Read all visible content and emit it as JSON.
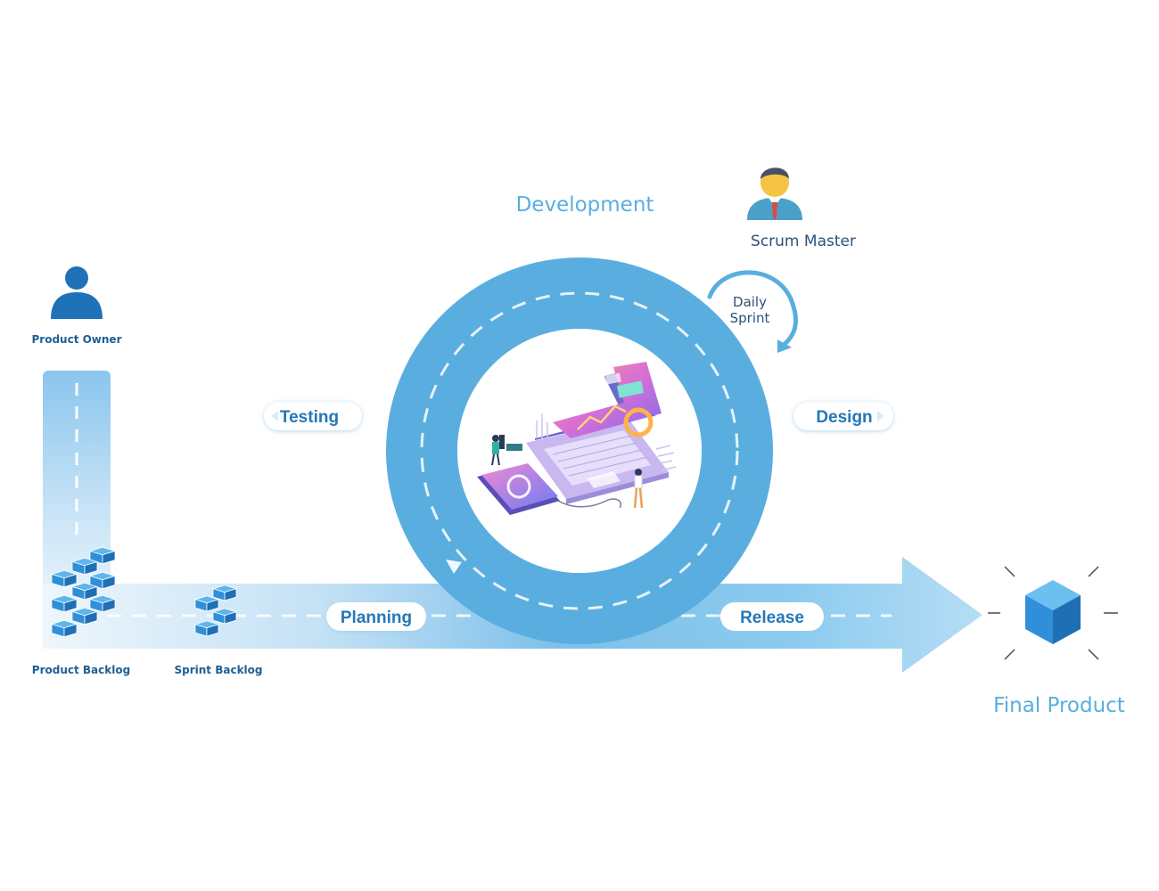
{
  "diagram": {
    "title": "Scrum Framework",
    "phases": {
      "development": "Development",
      "testing": "Testing",
      "design": "Design",
      "planning": "Planning",
      "release": "Release"
    },
    "roles": {
      "product_owner": "Product Owner",
      "scrum_master": "Scrum Master"
    },
    "artifacts": {
      "product_backlog": "Product Backlog",
      "sprint_backlog": "Sprint Backlog",
      "final_product": "Final Product"
    },
    "loop": {
      "line1": "Daily",
      "line2": "Sprint"
    },
    "colors": {
      "primary": "#5aaedf",
      "dark": "#2378b8",
      "cube": "#2f8fd8",
      "light": "#d6ecfa"
    }
  }
}
